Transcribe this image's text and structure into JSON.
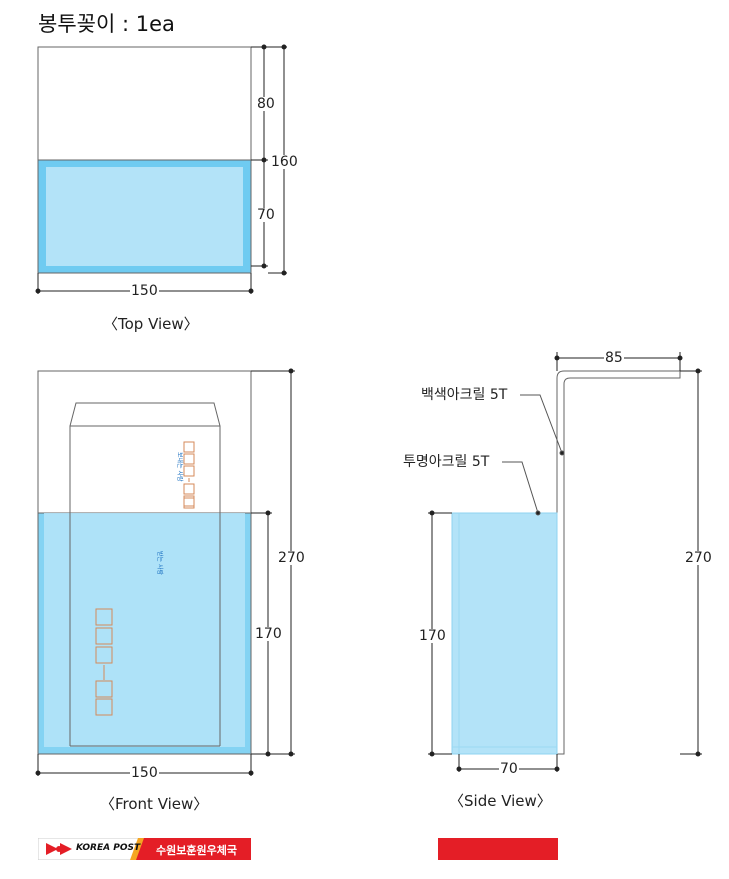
{
  "title": "봉투꽂이 : 1ea",
  "top_view": {
    "caption": "〈Top View〉",
    "dim_width": "150",
    "dim_upper": "80",
    "dim_lower": "70",
    "dim_total": "160"
  },
  "front_view": {
    "caption": "〈Front View〉",
    "dim_width": "150",
    "dim_height": "270",
    "dim_pocket": "170",
    "envelope_text_1": "보내는 사람",
    "envelope_text_2": "받는 사람"
  },
  "side_view": {
    "caption": "〈Side View〉",
    "dim_top": "85",
    "dim_height": "270",
    "dim_pocket": "170",
    "dim_depth": "70",
    "label_white": "백색아크릴 5T",
    "label_clear": "투명아크릴 5T"
  },
  "footer": {
    "brand": "KOREA POST",
    "office": "수원보훈원우체국"
  },
  "colors": {
    "acrylic_light": "#b3e3f8",
    "acrylic_edge": "#6fcbf1",
    "line": "#555555",
    "stamp_box": "#d48a5a",
    "post_red": "#e41e26"
  }
}
